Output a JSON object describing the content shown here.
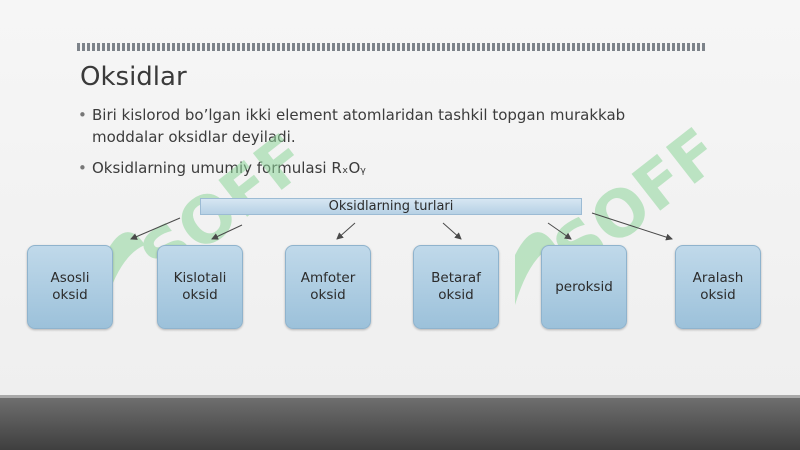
{
  "slide": {
    "title": "Oksidlar",
    "bullets": [
      "Biri kislorod bo’lgan ikki element atomlaridan tashkil topgan murakkab\nmoddalar oksidlar deyiladi.",
      "Oksidlarning umumiy formulasi RₓOᵧ"
    ],
    "diagram": {
      "header": "Oksidlarning turlari",
      "types": [
        "Asosli\noksid",
        "Kislotali\noksid",
        "Amfoter\noksid",
        "Betaraf\noksid",
        "peroksid",
        "Aralash\noksid"
      ]
    },
    "watermark_text": "SOFF"
  },
  "colors": {
    "card_fill": "#a8c8de",
    "header_fill": "#c6dbeb",
    "watermark_green": "#7ccf8a",
    "floor": "#5a5a5a"
  }
}
